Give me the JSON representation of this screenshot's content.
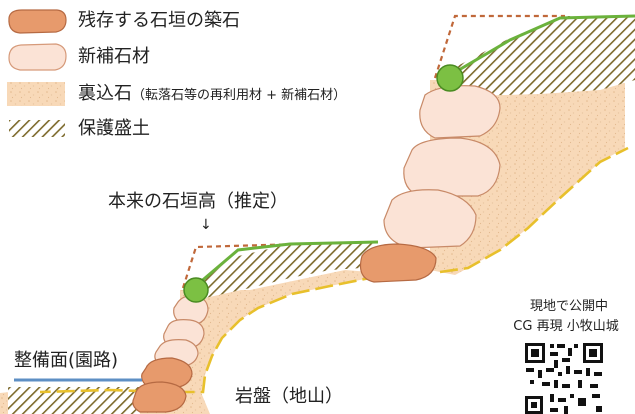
{
  "legend": {
    "items": [
      {
        "label": "残存する石垣の築石",
        "note": ""
      },
      {
        "label": "新補石材",
        "note": ""
      },
      {
        "label": "裏込石",
        "note": "（転落石等の再利用材 + 新補石材）"
      },
      {
        "label": "保護盛土",
        "note": ""
      }
    ]
  },
  "annotations": {
    "original_height": "本来の石垣高（推定）",
    "arrow": "↓",
    "maintained_surface": "整備面(園路)",
    "bedrock": "岩盤（地山）"
  },
  "qr": {
    "caption_line1": "現地で公開中",
    "caption_line2": "CG 再現 小牧山城"
  },
  "colors": {
    "original_stone": "#e79a6c",
    "new_stone": "#fbe3d6",
    "backfill": "#f8d9b8",
    "embankment_hatch": "#7d6a2c",
    "grass": "#6bb23c",
    "dashed_outline": "#c0683a",
    "bedrock_line": "#e8c02c",
    "surface_line": "#5e8fc4"
  }
}
